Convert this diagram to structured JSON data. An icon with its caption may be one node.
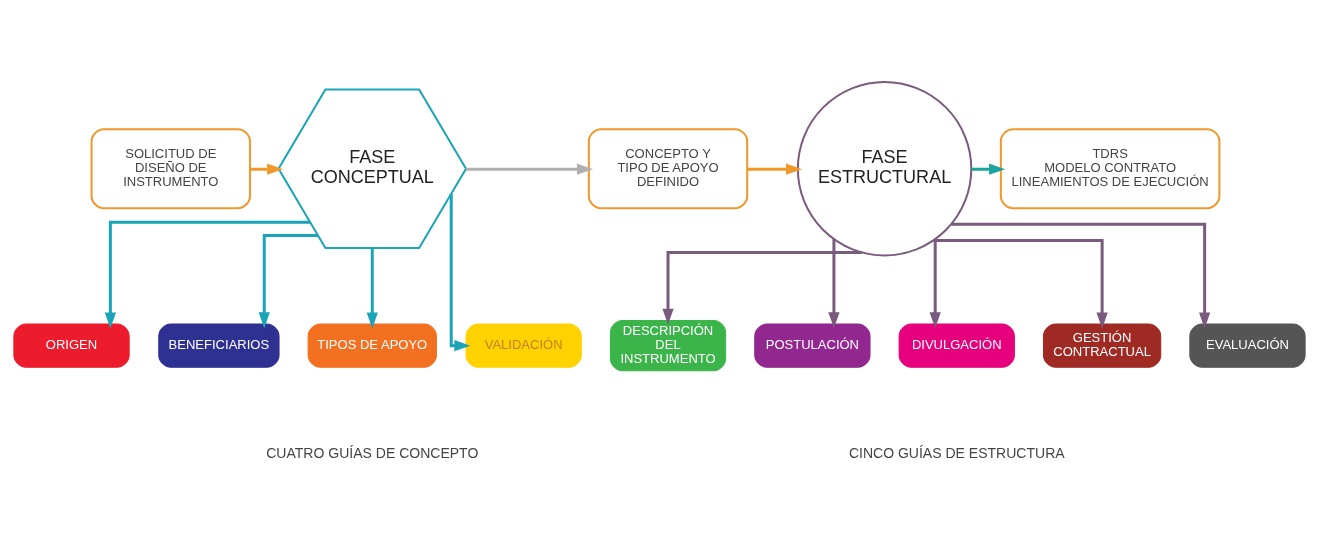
{
  "diagram": {
    "nodes": [
      {
        "text": [
          "SOLICITUD DE DISEÑO DE INSTRUMENTO"
        ]
      },
      {
        "text": [
          "FASE CONCEPTUAL"
        ]
      },
      {
        "text": [
          "CONCEPTO Y TIPO DE APOYO DEFINIDO"
        ]
      },
      {
        "text": [
          "FASE ESTRUCTURAL"
        ]
      },
      {
        "text": [
          "TDRS",
          "MODELO CONTRATO",
          "LINEAMIENTOS DE EJECUCIÓN"
        ]
      },
      {
        "text": [
          "ORIGEN"
        ]
      },
      {
        "text": [
          "BENEFICIARIOS"
        ]
      },
      {
        "text": [
          "TIPOS DE APOYO"
        ]
      },
      {
        "text": [
          "VALIDACIÓN"
        ]
      },
      {
        "text": [
          "DESCRIPCIÓN DEL INSTRUMENTO"
        ]
      },
      {
        "text": [
          "POSTULACIÓN"
        ]
      },
      {
        "text": [
          "DIVULGACIÓN"
        ]
      },
      {
        "text": [
          "GESTIÓN CONTRACTUAL"
        ]
      },
      {
        "text": [
          "EVALUACIÓN"
        ]
      }
    ],
    "edges": [
      {
        "from": 0,
        "to": 1,
        "arrow": "to",
        "color": "#f0982a"
      },
      {
        "from": 1,
        "to": 2,
        "arrow": "to",
        "color": "#b0b0b0"
      },
      {
        "from": 2,
        "to": 3,
        "arrow": "to",
        "color": "#f0982a"
      },
      {
        "from": 3,
        "to": 4,
        "arrow": "to",
        "color": "#1aa59b"
      },
      {
        "from": 1,
        "to": 5,
        "arrow": "to",
        "color": "#1ba3b8"
      },
      {
        "from": 1,
        "to": 6,
        "arrow": "to",
        "color": "#1ba3b8"
      },
      {
        "from": 1,
        "to": 7,
        "arrow": "to",
        "color": "#1ba3b8"
      },
      {
        "from": 1,
        "to": 8,
        "arrow": "to",
        "color": "#1ba3b8"
      },
      {
        "from": 3,
        "to": 9,
        "arrow": "to",
        "color": "#7a5a7e"
      },
      {
        "from": 3,
        "to": 10,
        "arrow": "to",
        "color": "#7a5a7e"
      },
      {
        "from": 3,
        "to": 11,
        "arrow": "to",
        "color": "#7a5a7e"
      },
      {
        "from": 3,
        "to": 12,
        "arrow": "to",
        "color": "#7a5a7e"
      },
      {
        "from": 3,
        "to": 13,
        "arrow": "to",
        "color": "#7a5a7e"
      }
    ],
    "labels": [
      "CUATRO GUÍAS DE CONCEPTO",
      "CINCO GUÍAS DE ESTRUCTURA"
    ]
  }
}
